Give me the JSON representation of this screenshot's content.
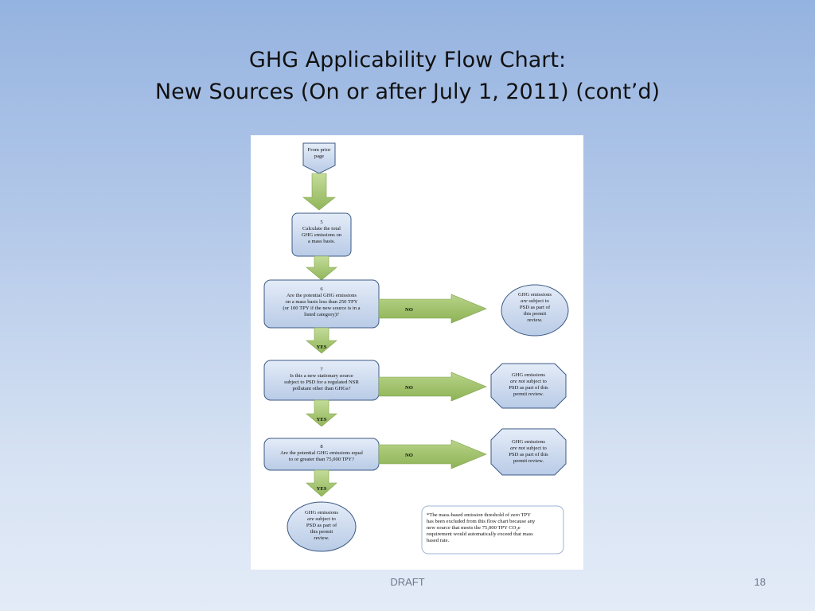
{
  "slide": {
    "title_line1": "GHG Applicability Flow Chart:",
    "title_line2": "New Sources (On or after July 1, 2011) (cont’d)",
    "footer_label": "DRAFT",
    "page_number": "18"
  },
  "flowchart": {
    "start": {
      "line1": "From prior",
      "line2": "page"
    },
    "step5": {
      "number": "5",
      "line1": "Calculate the total",
      "line2": "GHG emissions on",
      "line3": "a mass basis."
    },
    "step6": {
      "number": "6",
      "line1": "Are the potential GHG emissions",
      "line2": "on a mass basis less than 250 TPY",
      "line3": "(or 100 TPY if the new source is in a",
      "line4": "listed category)?"
    },
    "step7": {
      "number": "7",
      "line1": "Is this a new stationary source",
      "line2": "subject to PSD for a regulated NSR",
      "line3": "pollutant other than GHGs?"
    },
    "step8": {
      "number": "8",
      "line1": "Are the potential GHG emissions equal",
      "line2": "to or greater than 75,000 TPY?"
    },
    "no_label": "NO",
    "yes_label": "YES",
    "outcome6": {
      "line1": "GHG emissions",
      "line2a": "are",
      "line2b": " subject to",
      "line3": "PSD as part of",
      "line4": "this permit",
      "line5": "review."
    },
    "outcome7": {
      "line1": "GHG emissions",
      "line2a": "are not",
      "line2b": " subject to",
      "line3": "PSD as part of this",
      "line4": "permit review."
    },
    "outcome8": {
      "line1": "GHG emissions",
      "line2a": "are not",
      "line2b": " subject to",
      "line3": "PSD as part of this",
      "line4": "permit review."
    },
    "final": {
      "line1": "GHG emissions",
      "line2a": "are",
      "line2b": " subject to",
      "line3": "PSD as part of",
      "line4": "this permit",
      "line5": "review."
    },
    "footnote": {
      "line1": "*The mass-based emission threshold of zero TPY",
      "line2": "has been excluded from this flow chart because any",
      "line3": "new source that meets the 75,000 TPY CO",
      "line3_sub": "2",
      "line3_end": "e",
      "line4": "requirement would automatically exceed that mass",
      "line5": "based rate."
    }
  },
  "colors": {
    "box_fill": "#c5d5ec",
    "box_stroke": "#3c5a85",
    "arrow_fill": "#a5c772",
    "arrow_stroke": "#7fa24a",
    "footnote_stroke": "#9fb5d4"
  }
}
